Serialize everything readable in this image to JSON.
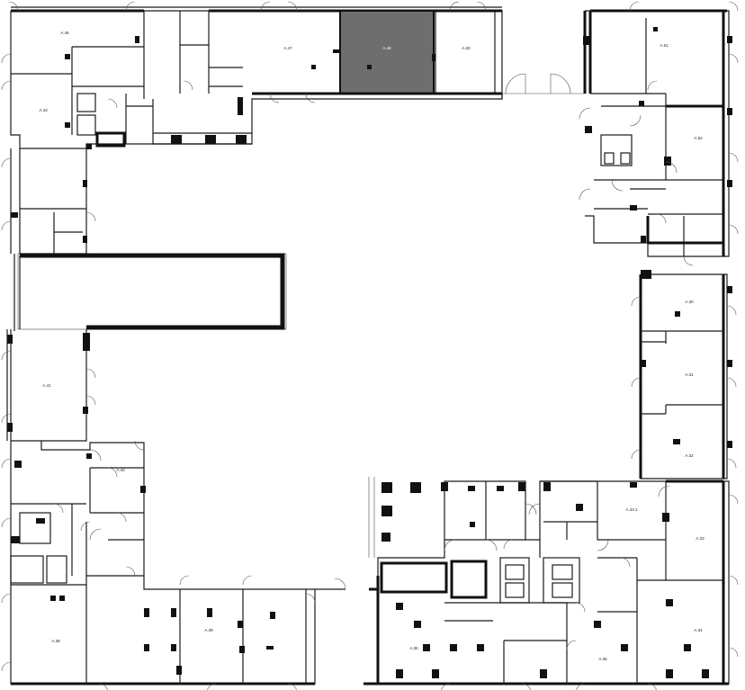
{
  "plan": {
    "highlight_color": "#6e6e6e",
    "wall_color": "#111111",
    "background": "#ffffff",
    "units": [
      {
        "id": "u-a46",
        "label": "A.46"
      },
      {
        "id": "u-a47",
        "label": "A.47"
      },
      {
        "id": "u-a48",
        "label": "A.48",
        "selected": true
      },
      {
        "id": "u-a50",
        "label": "A.50"
      },
      {
        "id": "u-a51",
        "label": "A.51"
      },
      {
        "id": "u-a52",
        "label": "A.52"
      },
      {
        "id": "u-a43",
        "label": "A.43"
      },
      {
        "id": "u-a41",
        "label": "A.41"
      },
      {
        "id": "u-a40",
        "label": "A.40"
      },
      {
        "id": "u-a38",
        "label": "A.38"
      },
      {
        "id": "u-a39",
        "label": "A.39"
      },
      {
        "id": "u-a30",
        "label": "A.30"
      },
      {
        "id": "u-a31",
        "label": "A.31"
      },
      {
        "id": "u-a32",
        "label": "A.32"
      },
      {
        "id": "u-a331",
        "label": "A.33.1"
      },
      {
        "id": "u-a33",
        "label": "A.33"
      },
      {
        "id": "u-a34",
        "label": "A.34"
      },
      {
        "id": "u-a35",
        "label": "A.35"
      },
      {
        "id": "u-a36",
        "label": "A.36"
      }
    ]
  }
}
